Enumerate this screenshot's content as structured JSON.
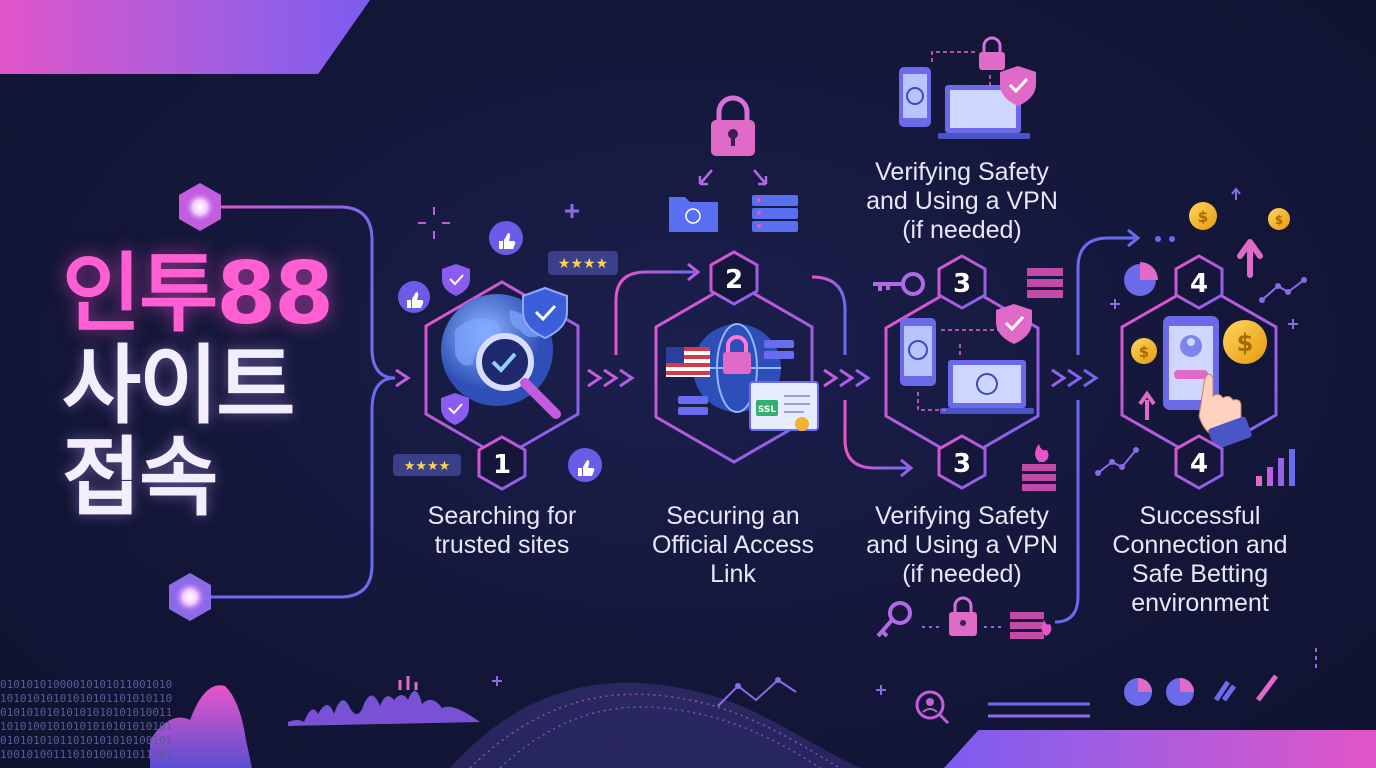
{
  "title": {
    "line1": "인투88",
    "line2": "사이트",
    "line3": "접속"
  },
  "steps": [
    {
      "number": "1",
      "lines": [
        "Searching for",
        "trusted sites"
      ]
    },
    {
      "number": "2",
      "lines": [
        "Securing an",
        "Official Access",
        "Link"
      ]
    },
    {
      "number": "3",
      "lines": [
        "Verifying Safety",
        "and Using a VPN",
        "(if needed)"
      ]
    },
    {
      "number": "4",
      "lines": [
        "Successful",
        "Connection and",
        "Safe Betting",
        "environment"
      ]
    }
  ],
  "step3_top_caption": [
    "Verifying Safety",
    "and Using a VPN",
    "(if needed)"
  ],
  "badges": {
    "ssl": "SSL",
    "currency": "$",
    "rating_stars": "★★★★",
    "rating_stars_small": "★★★★"
  },
  "binary_text": "01010101000010101011001010\n10101010101010101101010110\n01010101010101010101010011\n10101001010101010101010101\n01010101011010101010100101\n10010100111010100101011001",
  "colors": {
    "pink": "#e855c9",
    "purple": "#8b63e8",
    "blue": "#5a6ef0",
    "background": "#141739"
  }
}
